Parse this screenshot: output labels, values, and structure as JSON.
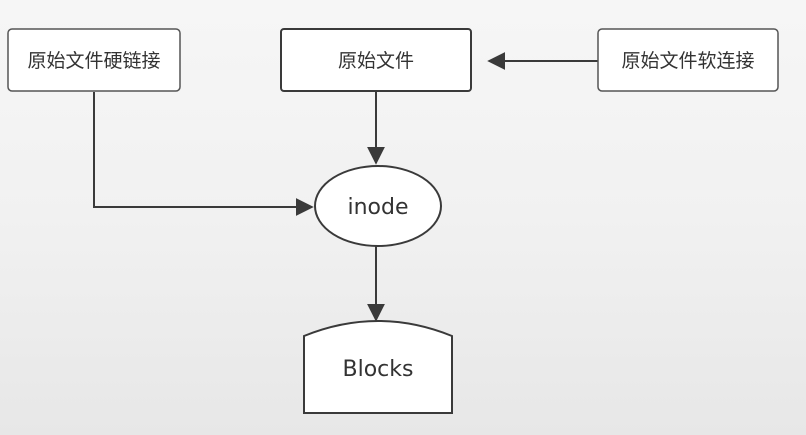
{
  "diagram": {
    "nodes": {
      "hardlink": {
        "label": "原始文件硬链接"
      },
      "original": {
        "label": "原始文件"
      },
      "softlink": {
        "label": "原始文件软连接"
      },
      "inode": {
        "label": "inode"
      },
      "blocks": {
        "label": "Blocks"
      }
    },
    "edges": [
      {
        "from": "softlink",
        "to": "original"
      },
      {
        "from": "original",
        "to": "inode"
      },
      {
        "from": "hardlink",
        "to": "inode"
      },
      {
        "from": "inode",
        "to": "blocks"
      }
    ],
    "colors": {
      "stroke": "#3a3a3a",
      "node_fill": "#ffffff",
      "text": "#333333"
    }
  }
}
